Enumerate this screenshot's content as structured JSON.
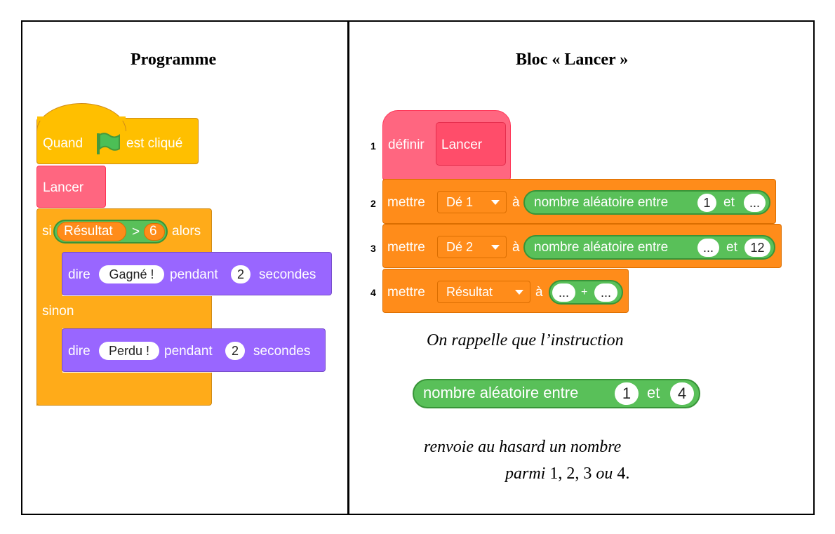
{
  "left_title": "Programme",
  "right_title": "Bloc « Lancer »",
  "program": {
    "when_word": "Quand",
    "flag_icon": "green-flag-icon",
    "clicked_word": "est cliqué",
    "lancer": "Lancer",
    "if_word": "si",
    "var_resultat": "Résultat",
    "gt": ">",
    "six": "6",
    "then_word": "alors",
    "say": "dire",
    "gagne": "Gagné !",
    "during": "pendant",
    "two": "2",
    "seconds": "secondes",
    "else_word": "sinon",
    "perdu": "Perdu !"
  },
  "bloc": {
    "line1": "1",
    "line2": "2",
    "line3": "3",
    "line4": "4",
    "define": "définir",
    "lancer": "Lancer",
    "set": "mettre",
    "de1": "Dé 1",
    "de2": "Dé 2",
    "resultat": "Résultat",
    "to": "à",
    "random": "nombre aléatoire entre",
    "and": "et",
    "one": "1",
    "twelve": "12",
    "blank": "...",
    "plus": "+"
  },
  "note": {
    "line1": "On rappelle que l’instruction",
    "random": "nombre aléatoire entre",
    "one": "1",
    "and": "et",
    "four": "4",
    "line2": "renvoie au hasard un nombre",
    "parmi": "parmi",
    "values": "1, 2, 3",
    "ou": "ou",
    "last": "4."
  },
  "colors": {
    "events": "#ffbf00",
    "myblocks": "#ff6680",
    "control": "#ffab19",
    "looks": "#9966ff",
    "variables": "#ff8c1a",
    "operators": "#59c059"
  }
}
